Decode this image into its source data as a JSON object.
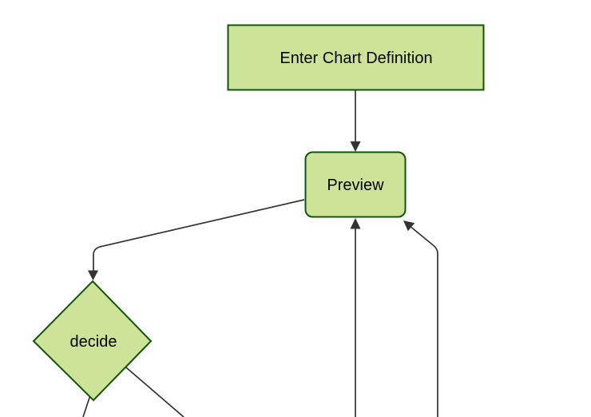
{
  "diagram": {
    "type": "flowchart",
    "orientation": "top-down",
    "colors": {
      "background": "#ffffff",
      "node_fill": "#cde498",
      "node_border": "#13540c",
      "edge": "#333333",
      "arrowhead": "#333333",
      "text": "#000000"
    },
    "nodes": [
      {
        "id": "enter-chart-definition",
        "label": "Enter Chart Definition",
        "shape": "rectangle"
      },
      {
        "id": "preview",
        "label": "Preview",
        "shape": "rounded-rectangle"
      },
      {
        "id": "decide",
        "label": "decide",
        "shape": "diamond"
      }
    ],
    "edges": [
      {
        "from": "enter-chart-definition",
        "to": "preview",
        "arrow": true
      },
      {
        "from": "preview",
        "to": "decide",
        "arrow": true
      },
      {
        "from": "offscreen-bottom",
        "to": "preview",
        "arrow": true
      },
      {
        "from": "offscreen-bottom-right",
        "to": "preview",
        "arrow": true
      },
      {
        "from": "decide",
        "to": "offscreen-bottom-left",
        "arrow": false
      },
      {
        "from": "decide",
        "to": "offscreen-bottom-right",
        "arrow": false
      }
    ]
  }
}
